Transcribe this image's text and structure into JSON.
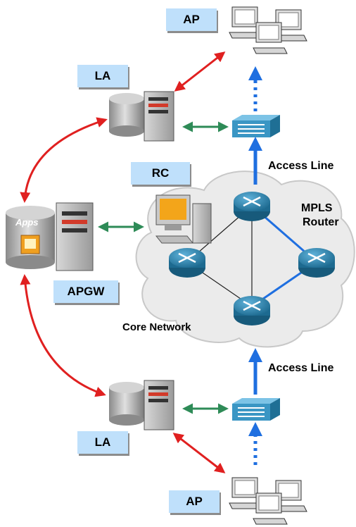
{
  "labels": {
    "ap_top": "AP",
    "la_top": "LA",
    "rc": "RC",
    "apgw": "APGW",
    "la_bottom": "LA",
    "ap_bottom": "AP"
  },
  "text": {
    "access_line_top": "Access Line",
    "access_line_bottom": "Access Line",
    "mpls_router": [
      "MPLS",
      "Router"
    ],
    "core_network": "Core Network",
    "apps": "Apps"
  },
  "colors": {
    "label_bg": "#bfe0fb",
    "red_arrow": "#e02020",
    "green_arrow": "#2e8b57",
    "blue_arrow": "#1f6fe0",
    "router": "#2a7ea6",
    "switch": "#3a96c4",
    "cloud": "#ebebeb"
  }
}
